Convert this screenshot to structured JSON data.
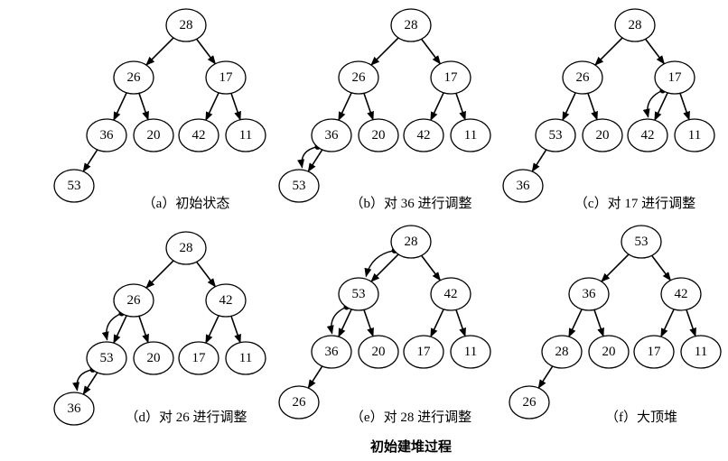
{
  "title": "初始建堆过程",
  "panels": [
    {
      "id": "a",
      "caption": "（a）初始状态",
      "nodes": [
        "28",
        "26",
        "17",
        "36",
        "20",
        "42",
        "11",
        "53"
      ],
      "swaps": []
    },
    {
      "id": "b",
      "caption": "（b）对 36 进行调整",
      "nodes": [
        "28",
        "26",
        "17",
        "36",
        "20",
        "42",
        "11",
        "53"
      ],
      "swaps": [
        [
          3,
          7
        ]
      ]
    },
    {
      "id": "c",
      "caption": "（c）对 17 进行调整",
      "nodes": [
        "28",
        "26",
        "17",
        "53",
        "20",
        "42",
        "11",
        "36"
      ],
      "swaps": [
        [
          2,
          5
        ]
      ]
    },
    {
      "id": "d",
      "caption": "（d）对 26 进行调整",
      "nodes": [
        "28",
        "26",
        "42",
        "53",
        "20",
        "17",
        "11",
        "36"
      ],
      "swaps": [
        [
          1,
          3
        ],
        [
          3,
          7
        ]
      ]
    },
    {
      "id": "e",
      "caption": "（e）对 28 进行调整",
      "nodes": [
        "28",
        "53",
        "42",
        "36",
        "20",
        "17",
        "11",
        "26"
      ],
      "swaps": [
        [
          0,
          1
        ],
        [
          1,
          3
        ]
      ]
    },
    {
      "id": "f",
      "caption": "（f）大顶堆",
      "nodes": [
        "53",
        "36",
        "42",
        "28",
        "20",
        "17",
        "11",
        "26"
      ],
      "swaps": []
    }
  ]
}
